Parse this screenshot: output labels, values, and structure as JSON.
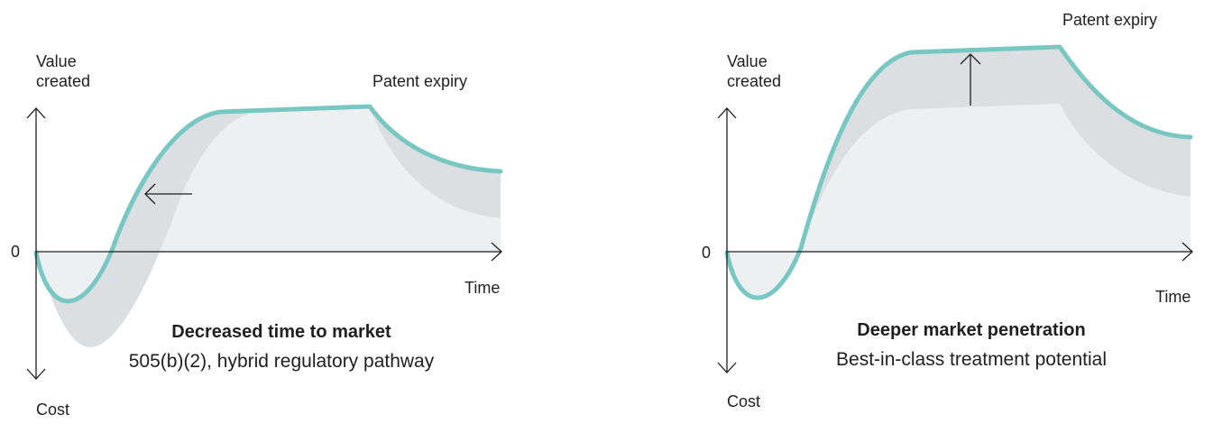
{
  "colors": {
    "curve": "#79c7c2",
    "band_dark": "#dcdfe1",
    "band_light": "#edf0f1",
    "axis": "#1f1f1f"
  },
  "left": {
    "y_top_label": [
      "Value",
      "created"
    ],
    "y_bottom_label": "Cost",
    "zero_label": "0",
    "x_label": "Time",
    "event_label": "Patent expiry",
    "title": "Decreased time to market",
    "subtitle": "505(b)(2), hybrid regulatory pathway",
    "shift_arrow": "left-arrow"
  },
  "right": {
    "y_top_label": [
      "Value",
      "created"
    ],
    "y_bottom_label": "Cost",
    "zero_label": "0",
    "x_label": "Time",
    "event_label": "Patent expiry",
    "title": "Deeper market penetration",
    "subtitle": "Best-in-class treatment potential",
    "shift_arrow": "up-arrow"
  }
}
